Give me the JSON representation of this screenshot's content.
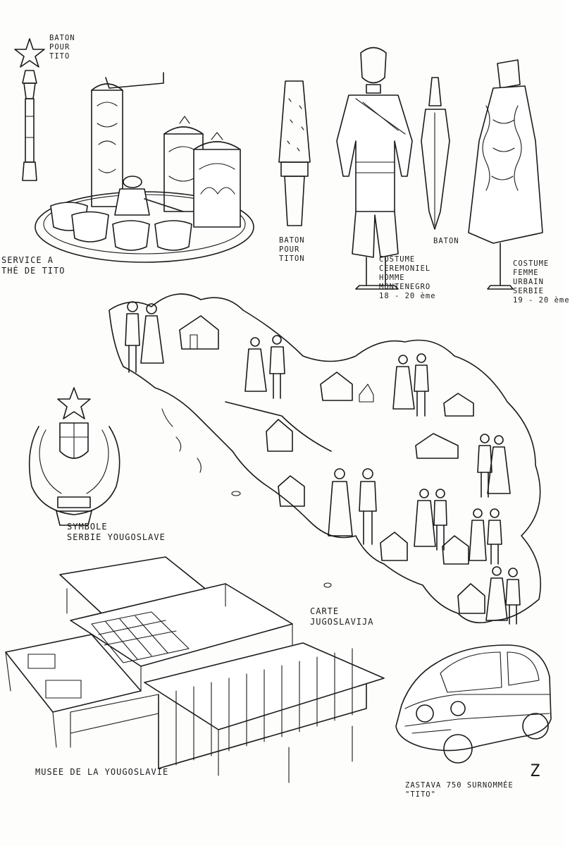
{
  "labels": {
    "baton_tito_top": "BATON\nPOUR\nTITO",
    "tea_service": "SERVICE A\nTHÉ DE TITO",
    "baton_left": "BATON\nPOUR\nTITON",
    "costume_homme": "COSTUME\nCEREMONIEL\nHOMME\nMONTENEGRO\n18 - 20 ème",
    "baton_right": "BATON",
    "costume_femme": "COSTUME\nFEMME\nURBAIN\nSERBIE\n19 - 20 ème",
    "symbole": "SYMBOLE\nSERBIE YOUGOSLAVE",
    "carte": "CARTE\nJUGOSLAVIJA",
    "musee": "MUSEE DE LA YOUGOSLAVIE",
    "zastava": "ZASTAVA 750 SURNOMMÉE\n\"TITO\""
  },
  "signature": "Z"
}
